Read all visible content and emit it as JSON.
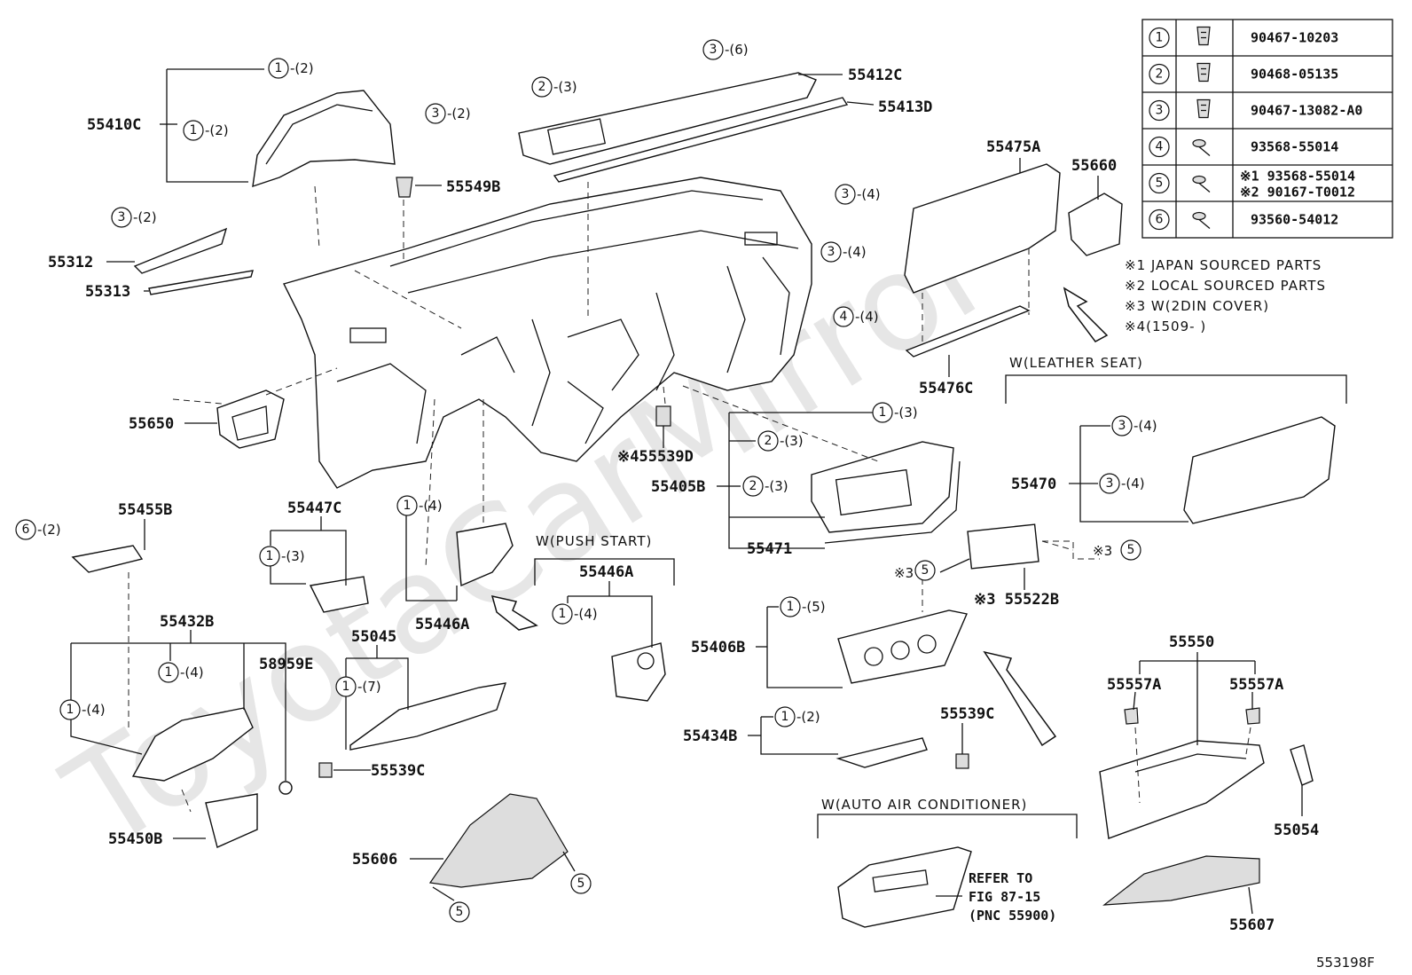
{
  "watermark": "ToyotaCarMirror",
  "figure_code": "553198F",
  "legend_table": [
    {
      "num": "1",
      "icon": "clip-icon",
      "part": "90467-10203"
    },
    {
      "num": "2",
      "icon": "clip-icon",
      "part": "90468-05135"
    },
    {
      "num": "3",
      "icon": "clip-icon",
      "part": "90467-13082-A0"
    },
    {
      "num": "4",
      "icon": "screw-icon",
      "part": "93568-55014"
    },
    {
      "num": "5",
      "icon": "screw-icon",
      "part_line1": "※1 93568-55014",
      "part_line2": "※2 90167-T0012"
    },
    {
      "num": "6",
      "icon": "screw-icon",
      "part": "93560-54012"
    }
  ],
  "notes": [
    "※1 JAPAN SOURCED PARTS",
    "※2 LOCAL SOURCED PARTS",
    "※3 W(2DIN COVER)",
    "※4(1509-      )"
  ],
  "group_labels": {
    "leather_seat": "W(LEATHER SEAT)",
    "push_start": "W(PUSH START)",
    "auto_ac": "W(AUTO AIR CONDITIONER)"
  },
  "refer": [
    "REFER TO",
    "FIG 87-15",
    "(PNC 55900)"
  ],
  "parts": {
    "p55410C": "55410C",
    "p55412C": "55412C",
    "p55413D": "55413D",
    "p55549B": "55549B",
    "p55312": "55312",
    "p55313": "55313",
    "p55475A": "55475A",
    "p55660": "55660",
    "p55476C": "55476C",
    "p55650": "55650",
    "p55539D": "※455539D",
    "p55405B": "55405B",
    "p55471": "55471",
    "p55470": "55470",
    "p55455B": "55455B",
    "p55447C": "55447C",
    "p55446A_1": "55446A",
    "p55446A_2": "55446A",
    "p55522B": "※3 55522B",
    "p55432B": "55432B",
    "p58959E": "58959E",
    "p55045": "55045",
    "p55406B": "55406B",
    "p55550": "55550",
    "p55557A_1": "55557A",
    "p55557A_2": "55557A",
    "p55434B": "55434B",
    "p55539C_1": "55539C",
    "p55539C_2": "55539C",
    "p55054": "55054",
    "p55450B": "55450B",
    "p55606": "55606",
    "p55607": "55607"
  },
  "callouts": {
    "c1": {
      "n": "1",
      "q": "-(2)"
    },
    "c2": {
      "n": "1",
      "q": "-(2)"
    },
    "c3": {
      "n": "3",
      "q": "-(6)"
    },
    "c4": {
      "n": "2",
      "q": "-(3)"
    },
    "c5": {
      "n": "3",
      "q": "-(2)"
    },
    "c6": {
      "n": "3",
      "q": "-(2)"
    },
    "c7": {
      "n": "3",
      "q": "-(4)"
    },
    "c8": {
      "n": "3",
      "q": "-(4)"
    },
    "c9": {
      "n": "4",
      "q": "-(4)"
    },
    "c10": {
      "n": "1",
      "q": "-(3)"
    },
    "c11": {
      "n": "2",
      "q": "-(3)"
    },
    "c12": {
      "n": "2",
      "q": "-(3)"
    },
    "c13": {
      "n": "3",
      "q": "-(4)"
    },
    "c14": {
      "n": "3",
      "q": "-(4)"
    },
    "c15": {
      "n": "6",
      "q": "-(2)"
    },
    "c16": {
      "n": "1",
      "q": "-(3)"
    },
    "c17": {
      "n": "1",
      "q": "-(4)"
    },
    "c18": {
      "n": "1",
      "q": "-(4)"
    },
    "c19": {
      "n": "1",
      "q": "-(4)"
    },
    "c20": {
      "n": "1",
      "q": "-(4)"
    },
    "c21": {
      "n": "1",
      "q": "-(7)"
    },
    "c22": {
      "n": "1",
      "q": "-(5)"
    },
    "c23": {
      "n": "1",
      "q": "-(2)"
    },
    "c24": {
      "n": "5",
      "q": ""
    },
    "c25": {
      "n": "5",
      "q": ""
    },
    "c26": {
      "n": "5",
      "q": ""
    },
    "c27": {
      "n": "5",
      "q": ""
    }
  },
  "markers": {
    "m1": "※3",
    "m2": "※3"
  }
}
